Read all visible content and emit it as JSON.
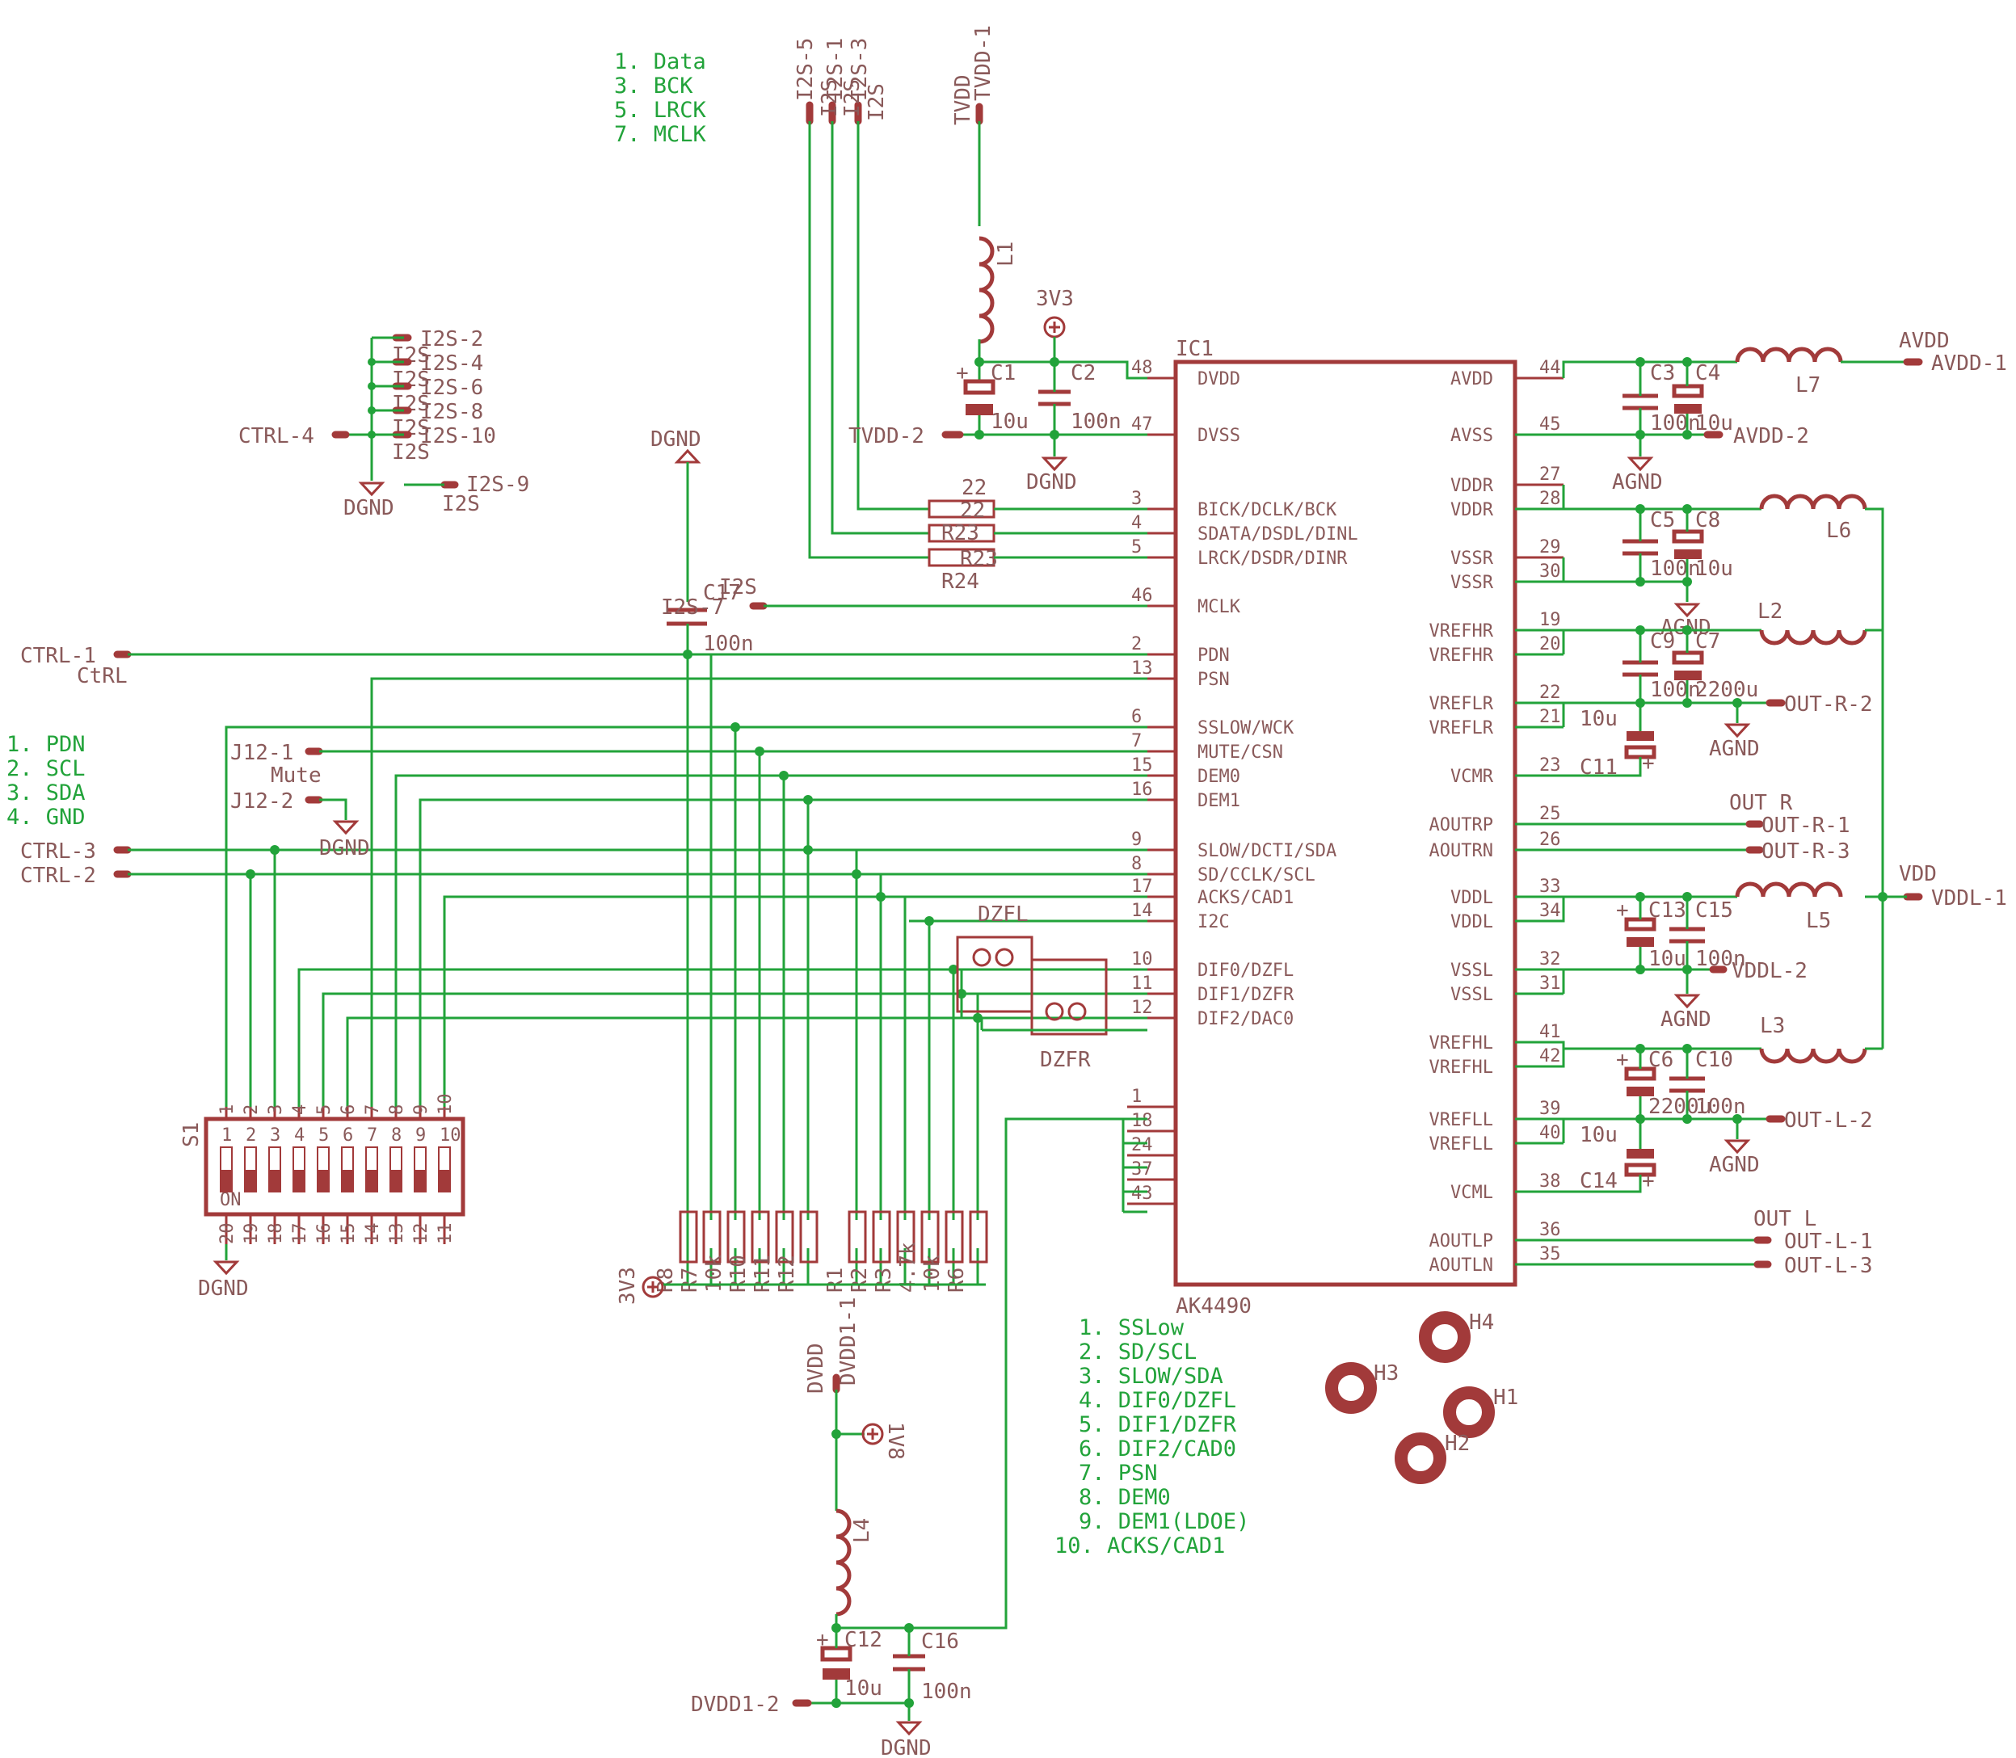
{
  "ic": {
    "ref": "IC1",
    "part": "AK4490",
    "left_pins": [
      {
        "num": "48",
        "name": "DVDD"
      },
      {
        "num": "47",
        "name": "DVSS"
      },
      {
        "num": "3",
        "name": "BICK/DCLK/BCK"
      },
      {
        "num": "4",
        "name": "SDATA/DSDL/DINL"
      },
      {
        "num": "5",
        "name": "LRCK/DSDR/DINR"
      },
      {
        "num": "46",
        "name": "MCLK"
      },
      {
        "num": "2",
        "name": "PDN"
      },
      {
        "num": "13",
        "name": "PSN"
      },
      {
        "num": "6",
        "name": "SSLOW/WCK"
      },
      {
        "num": "7",
        "name": "MUTE/CSN"
      },
      {
        "num": "15",
        "name": "DEM0"
      },
      {
        "num": "16",
        "name": "DEM1"
      },
      {
        "num": "9",
        "name": "SLOW/DCTI/SDA"
      },
      {
        "num": "8",
        "name": "SD/CCLK/SCL"
      },
      {
        "num": "17",
        "name": "ACKS/CAD1"
      },
      {
        "num": "14",
        "name": "I2C"
      },
      {
        "num": "10",
        "name": "DIF0/DZFL"
      },
      {
        "num": "11",
        "name": "DIF1/DZFR"
      },
      {
        "num": "12",
        "name": "DIF2/DAC0"
      },
      {
        "num": "1",
        "name": ""
      },
      {
        "num": "18",
        "name": ""
      },
      {
        "num": "24",
        "name": ""
      },
      {
        "num": "37",
        "name": ""
      },
      {
        "num": "43",
        "name": ""
      }
    ],
    "right_pins": [
      {
        "num": "44",
        "name": "AVDD"
      },
      {
        "num": "45",
        "name": "AVSS"
      },
      {
        "num": "27",
        "name": "VDDR"
      },
      {
        "num": "28",
        "name": "VDDR"
      },
      {
        "num": "29",
        "name": "VSSR"
      },
      {
        "num": "30",
        "name": "VSSR"
      },
      {
        "num": "19",
        "name": "VREFHR"
      },
      {
        "num": "20",
        "name": "VREFHR"
      },
      {
        "num": "22",
        "name": "VREFLR"
      },
      {
        "num": "21",
        "name": "VREFLR"
      },
      {
        "num": "23",
        "name": "VCMR"
      },
      {
        "num": "25",
        "name": "AOUTRP"
      },
      {
        "num": "26",
        "name": "AOUTRN"
      },
      {
        "num": "33",
        "name": "VDDL"
      },
      {
        "num": "34",
        "name": "VDDL"
      },
      {
        "num": "32",
        "name": "VSSL"
      },
      {
        "num": "31",
        "name": "VSSL"
      },
      {
        "num": "41",
        "name": "VREFHL"
      },
      {
        "num": "42",
        "name": "VREFHL"
      },
      {
        "num": "39",
        "name": "VREFLL"
      },
      {
        "num": "40",
        "name": "VREFLL"
      },
      {
        "num": "38",
        "name": "VCML"
      },
      {
        "num": "36",
        "name": "AOUTLP"
      },
      {
        "num": "35",
        "name": "AOUTLN"
      }
    ]
  },
  "notes": {
    "i2s": [
      "1. Data",
      "3. BCK",
      "5. LRCK",
      "7. MCLK"
    ],
    "ctrl": [
      "1. PDN",
      "2. SCL",
      "3. SDA",
      "4. GND"
    ],
    "switch": [
      "1. SSLow",
      "2. SD/SCL",
      "3. SLOW/SDA",
      "4. DIF0/DZFL",
      "5. DIF1/DZFR",
      "6. DIF2/CAD0",
      "7. PSN",
      "8. DEM0",
      "9. DEM1(LDOE)",
      "10. ACKS/CAD1"
    ]
  },
  "labels": {
    "i2s_top": [
      "I2S-5",
      "I2S-1",
      "I2S-3"
    ],
    "i2s_connector": "I2S",
    "tvdd_top": "TVDD-1",
    "tvdd": "TVDD",
    "tvdd2": "TVDD-2",
    "i2s_left": [
      "I2S-2",
      "I2S-4",
      "I2S-6",
      "I2S-8",
      "I2S-10"
    ],
    "i2s_stack": "I2S",
    "i2s9": "I2S-9",
    "ctrl4": "CTRL-4",
    "ctrl1": "CTRL-1",
    "ctrl": "CtRL",
    "ctrl3": "CTRL-3",
    "ctrl2": "CTRL-2",
    "j12_1": "J12-1",
    "mute": "Mute",
    "j12_2": "J12-2",
    "i2s7": "I2S-7",
    "avdd": "AVDD",
    "avdd1": "AVDD-1",
    "avdd2": "AVDD-2",
    "outr2": "OUT-R-2",
    "outr": "OUT R",
    "outr1": "OUT-R-1",
    "outr3": "OUT-R-3",
    "vdd": "VDD",
    "vddl1": "VDDL-1",
    "vddl2": "VDDL-2",
    "outl2": "OUT-L-2",
    "outl": "OUT L",
    "outl1": "OUT-L-1",
    "outl3": "OUT-L-3",
    "dvdd": "DVDD",
    "dvdd1_1": "DVDD1-1",
    "dvdd1_2": "DVDD1-2",
    "dgnd": "DGND",
    "agnd": "AGND",
    "v3v3": "3V3",
    "v1v8": "1V8",
    "dzfl": "DZFL",
    "dzfr": "DZFR",
    "s1": "S1",
    "on": "ON"
  },
  "components": {
    "L1": "L1",
    "L2": "L2",
    "L3": "L3",
    "L4": "L4",
    "L5": "L5",
    "L6": "L6",
    "L7": "L7",
    "C1": "C1",
    "C1v": "10u",
    "C2": "C2",
    "C2v": "100n",
    "C3": "C3",
    "C4": "C4",
    "C3v": "100n",
    "C4v": "10u",
    "C5": "C5",
    "C8": "C8",
    "C5v": "100n",
    "C8v": "10u",
    "C9": "C9",
    "C7": "C7",
    "C9v": "100n",
    "C7v": "2200u",
    "C11": "C11",
    "C11v": "10u",
    "C13": "C13",
    "C15": "C15",
    "C13v": "10u",
    "C15v": "100n",
    "C6": "C6",
    "C10": "C10",
    "C6v": "2200u",
    "C10v": "100n",
    "C14": "C14",
    "C14v": "10u",
    "C12": "C12",
    "C12v": "10u",
    "C16": "C16",
    "C16v": "100n",
    "C17": "C17",
    "C17v": "100n",
    "R22": "22",
    "R23": "R23",
    "R24": "R24",
    "rbank_left": [
      "R8",
      "R7",
      "10k",
      "R10",
      "R11",
      "R12"
    ],
    "rbank_right": [
      "R1",
      "R2",
      "R3",
      "4.7k",
      "10k",
      "R6"
    ],
    "H1": "H1",
    "H2": "H2",
    "H3": "H3",
    "H4": "H4"
  },
  "switch_pins_top": [
    "1",
    "2",
    "3",
    "4",
    "5",
    "6",
    "7",
    "8",
    "9",
    "10"
  ],
  "switch_pins_bottom": [
    "20",
    "19",
    "18",
    "17",
    "16",
    "15",
    "14",
    "13",
    "12",
    "11"
  ],
  "switch_inner": [
    "1",
    "2",
    "3",
    "4",
    "5",
    "6",
    "7",
    "8",
    "9",
    "10"
  ]
}
